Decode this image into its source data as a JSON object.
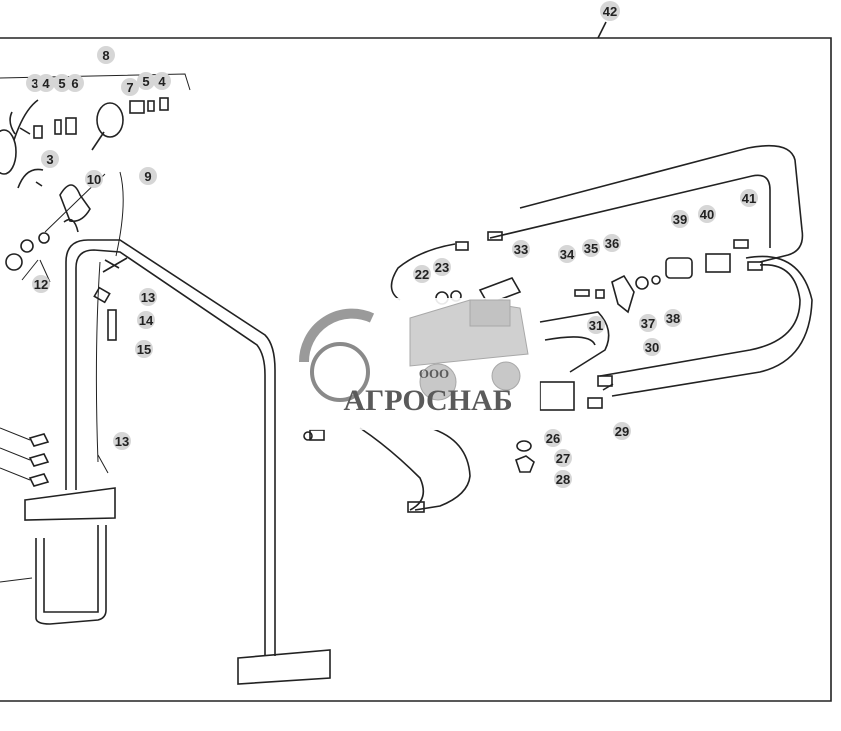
{
  "frame_label": "42",
  "part_labels": [
    "3",
    "4",
    "5",
    "6",
    "8",
    "7",
    "5",
    "4",
    "9",
    "10",
    "3",
    "12",
    "13",
    "14",
    "15",
    "13",
    "22",
    "23",
    "33",
    "34",
    "35",
    "36",
    "39",
    "40",
    "41",
    "37",
    "38",
    "31",
    "30",
    "26",
    "27",
    "28",
    "29"
  ],
  "watermark": {
    "prefix": "ООО",
    "name": "АГРОСНАБ"
  }
}
